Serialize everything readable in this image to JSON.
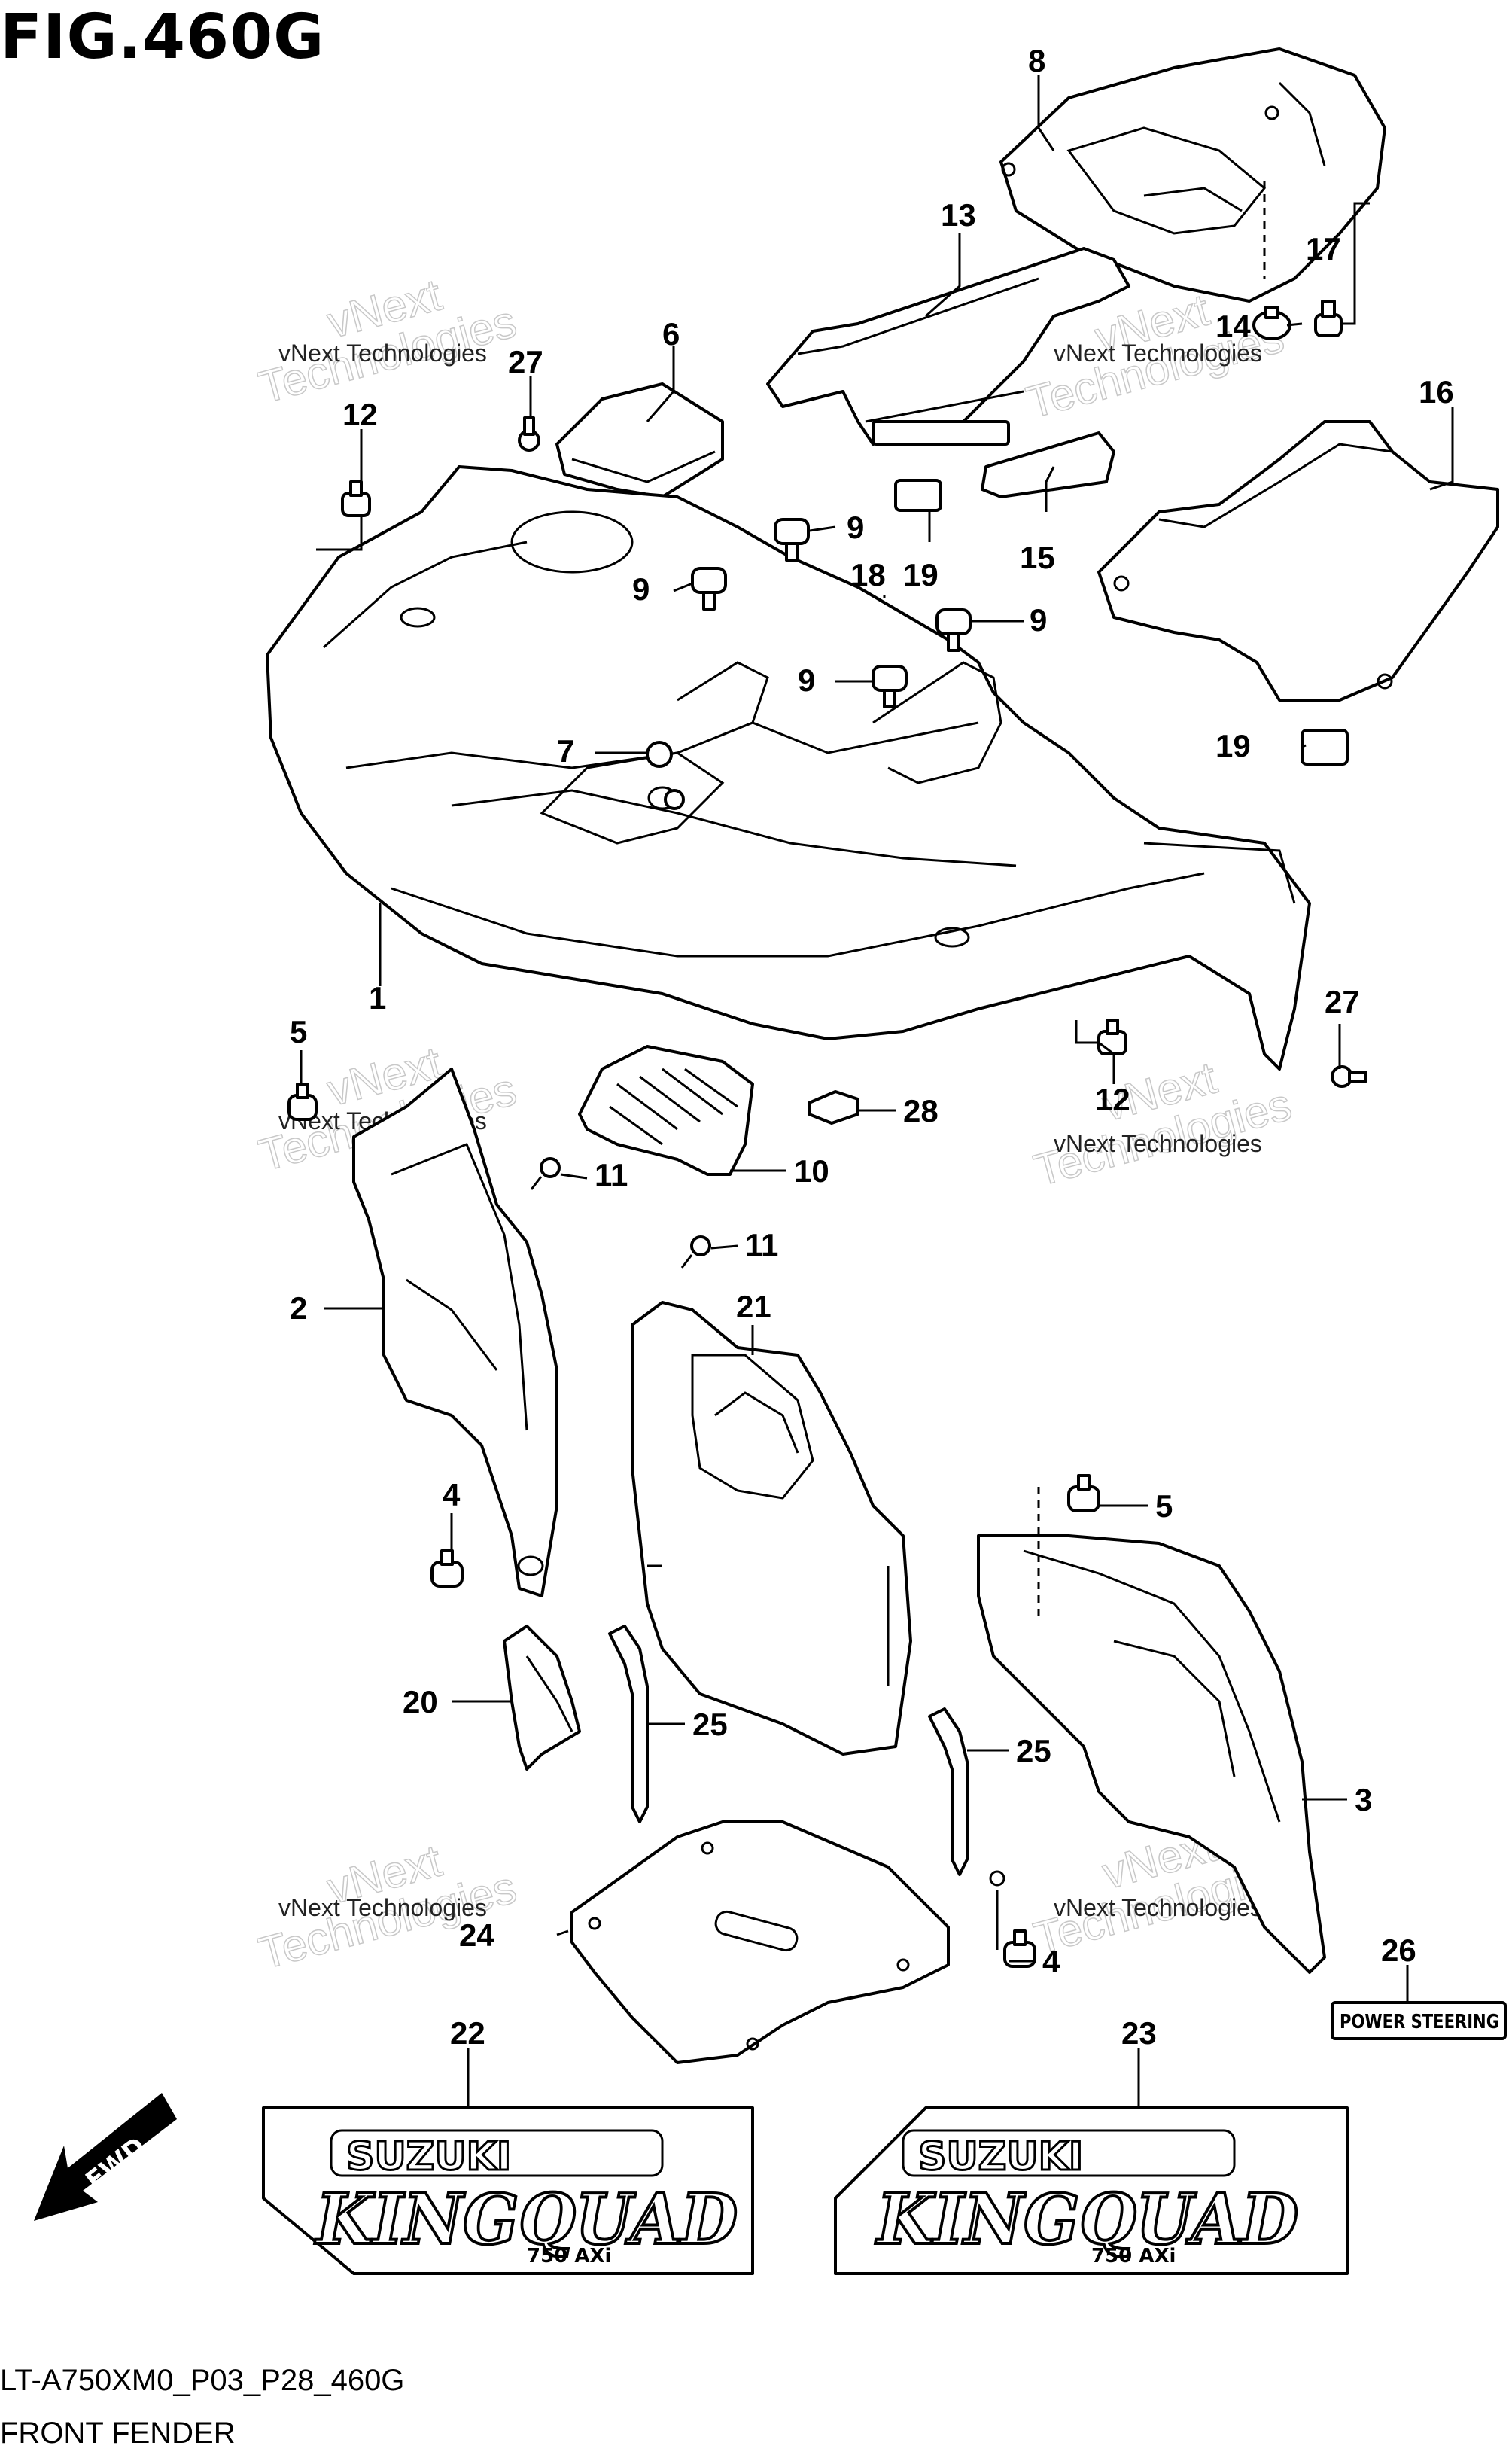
{
  "figure_title": "FIG.460G",
  "footer": {
    "code": "LT-A750XM0_P03_P28_460G",
    "caption": "FRONT FENDER"
  },
  "watermark": {
    "line1": "vNext Technologies",
    "line2": "Technologies",
    "line3": "vNext"
  },
  "callouts": {
    "c1": "1",
    "c2": "2",
    "c3": "3",
    "c4a": "4",
    "c4b": "4",
    "c5a": "5",
    "c5b": "5",
    "c6": "6",
    "c7": "7",
    "c8": "8",
    "c9a": "9",
    "c9b": "9",
    "c9c": "9",
    "c9d": "9",
    "c10": "10",
    "c11a": "11",
    "c11b": "11",
    "c12a": "12",
    "c12b": "12",
    "c13": "13",
    "c14": "14",
    "c15": "15",
    "c16": "16",
    "c17": "17",
    "c18": "18",
    "c19a": "19",
    "c19b": "19",
    "c20": "20",
    "c21": "21",
    "c22": "22",
    "c23": "23",
    "c24": "24",
    "c25a": "25",
    "c25b": "25",
    "c26": "26",
    "c27a": "27",
    "c27b": "27",
    "c28": "28"
  },
  "decals": {
    "brand": "SUZUKI",
    "model": "KINGQUAD",
    "sub": "750 AXi",
    "power_steering": "POWER STEERING"
  },
  "direction_label": "FWD"
}
